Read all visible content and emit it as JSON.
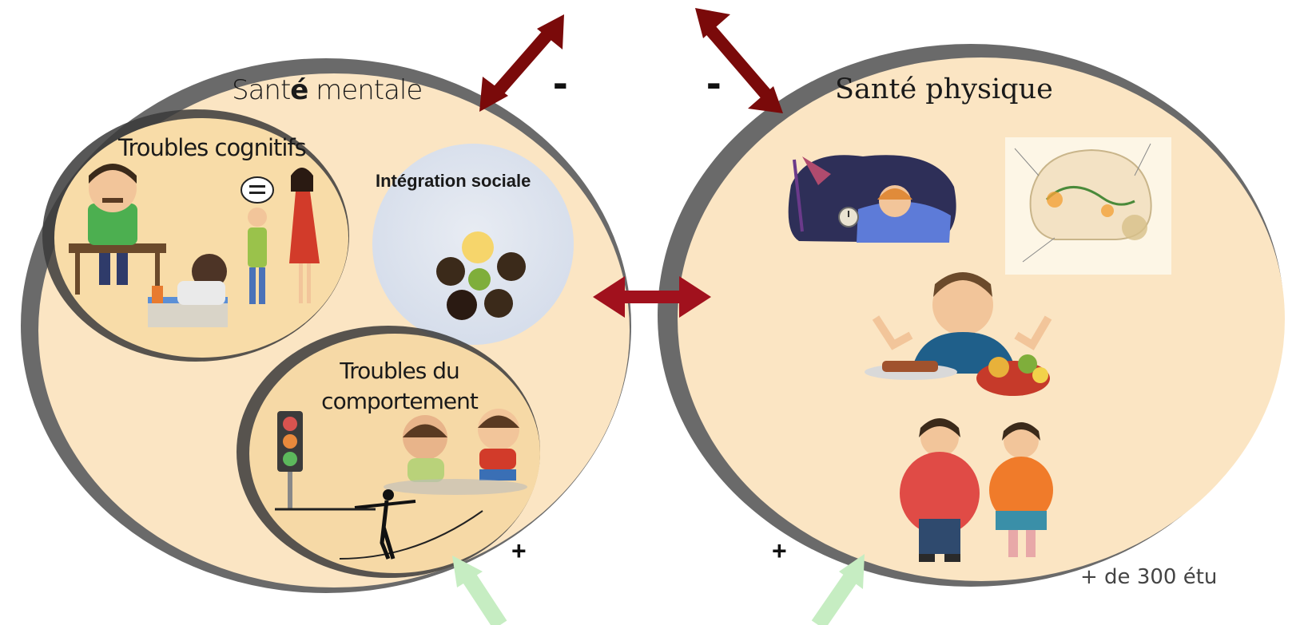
{
  "labels": {
    "sante_mentale_pre": "Sant",
    "sante_mentale_bold": "é",
    "sante_mentale_post": " mentale",
    "sante_physique": "Santé physique",
    "troubles_cognitifs": "Troubles cognitifs",
    "integration_sociale": "Intégration sociale",
    "troubles_comportement": "Troubles du comportement"
  },
  "signs": {
    "minus_left": "-",
    "minus_right": "-",
    "plus_left": "+",
    "plus_right": "+"
  },
  "footnote": "+ de 300 étu",
  "colors": {
    "circle_fill": "#fbe5c3",
    "circle_shadow": "#595959",
    "social_bubble": "#dde3ee",
    "arrow_dark": "#7a0a0a",
    "arrow_red": "#a1111d",
    "arrow_green": "#c6edc2"
  },
  "icons": [
    "stressed-man-at-desk-illustration",
    "child-talking-illustration",
    "woman-illustration",
    "children-circle-illustration",
    "traffic-light-icon",
    "fighting-kids-illustration",
    "tightrope-walker-icon",
    "sleepless-child-illustration",
    "alarm-clock-icon",
    "brain-diagram-illustration",
    "boy-with-food-illustration",
    "overweight-children-illustration"
  ]
}
